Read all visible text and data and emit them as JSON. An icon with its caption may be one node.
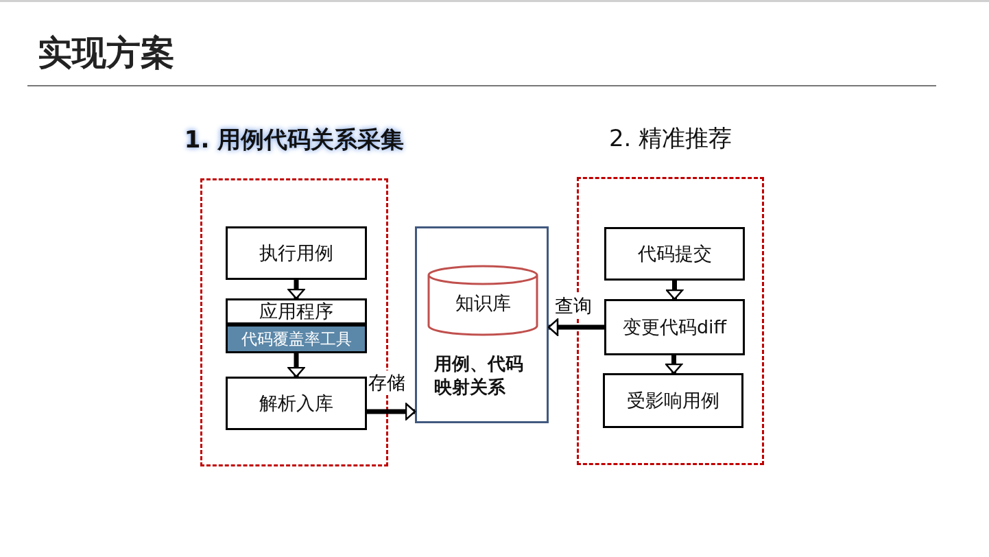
{
  "diagram": {
    "title": "实现方案",
    "nodes": [
      {
        "text": [
          "1. 用例代码关系采集"
        ]
      },
      {
        "text": [
          "执行用例"
        ],
        "in": 0
      },
      {
        "text": [
          "应用程序"
        ],
        "in": 0
      },
      {
        "text": [
          "代码覆盖率工具"
        ],
        "in": 0
      },
      {
        "text": [
          "解析入库"
        ],
        "in": 0
      },
      {
        "text": [
          "用例、代码映射关系"
        ]
      },
      {
        "text": [
          "知识库"
        ],
        "in": 5
      },
      {
        "text": [
          "2. 精准推荐"
        ]
      },
      {
        "text": [
          "代码提交"
        ],
        "in": 7
      },
      {
        "text": [
          "变更代码diff"
        ],
        "in": 7
      },
      {
        "text": [
          "受影响用例"
        ],
        "in": 7
      }
    ],
    "edges": [
      {
        "from": 1,
        "to": 2,
        "arrow": "to"
      },
      {
        "from": 3,
        "to": 4,
        "arrow": "to"
      },
      {
        "from": 4,
        "to": 5,
        "arrow": "to",
        "label": "存储"
      },
      {
        "from": 8,
        "to": 9,
        "arrow": "to"
      },
      {
        "from": 9,
        "to": 10,
        "arrow": "to"
      },
      {
        "from": 9,
        "to": 5,
        "arrow": "to",
        "label": "查询"
      }
    ]
  }
}
